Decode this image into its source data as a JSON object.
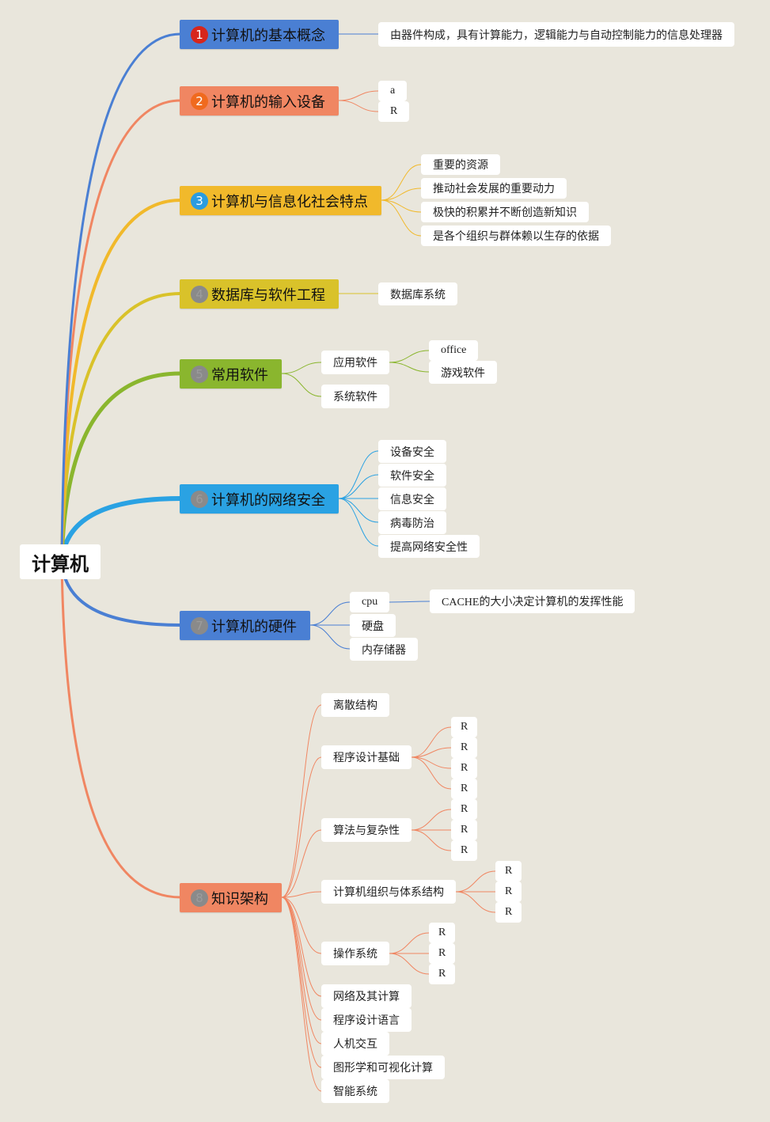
{
  "root": "计算机",
  "branches": [
    {
      "num": "1",
      "label": "计算机的基本概念",
      "color": "#4a7fd3",
      "badge": "#d7261c"
    },
    {
      "num": "2",
      "label": "计算机的输入设备",
      "color": "#f08662",
      "badge": "#f06a1e"
    },
    {
      "num": "3",
      "label": "计算机与信息化社会特点",
      "color": "#f1b92b",
      "badge": "#2a9ce0"
    },
    {
      "num": "4",
      "label": "数据库与软件工程",
      "color": "#d9c22a",
      "badge": "#8a8a8a"
    },
    {
      "num": "5",
      "label": "常用软件",
      "color": "#8ab62e",
      "badge": "#8a8a8a"
    },
    {
      "num": "6",
      "label": "计算机的网络安全",
      "color": "#2aa2e3",
      "badge": "#8a8a8a"
    },
    {
      "num": "7",
      "label": "计算机的硬件",
      "color": "#4a7fd3",
      "badge": "#8a8a8a"
    },
    {
      "num": "8",
      "label": "知识架构",
      "color": "#f08662",
      "badge": "#8a8a8a"
    }
  ],
  "b1": {
    "definition": "由器件构成，具有计算能力，逻辑能力与自动控制能力的信息处理器"
  },
  "b2": {
    "items": [
      "a",
      "R"
    ]
  },
  "b3": {
    "items": [
      "重要的资源",
      "推动社会发展的重要动力",
      "极快的积累并不断创造新知识",
      "是各个组织与群体赖以生存的依据"
    ]
  },
  "b4": {
    "items": [
      "数据库系统"
    ]
  },
  "b5": {
    "app": "应用软件",
    "app_items": [
      "office",
      "游戏软件"
    ],
    "sys": "系统软件"
  },
  "b6": {
    "items": [
      "设备安全",
      "软件安全",
      "信息安全",
      "病毒防治",
      "提高网络安全性"
    ]
  },
  "b7": {
    "cpu": "cpu",
    "cpu_note": "CACHE的大小决定计算机的发挥性能",
    "items": [
      "硬盘",
      "内存储器"
    ]
  },
  "b8": {
    "items": [
      "离散结构",
      "程序设计基础",
      "算法与复杂性",
      "计算机组织与体系结构",
      "操作系统",
      "网络及其计算",
      "程序设计语言",
      "人机交互",
      "图形学和可视化计算",
      "智能系统"
    ],
    "r": "R"
  }
}
